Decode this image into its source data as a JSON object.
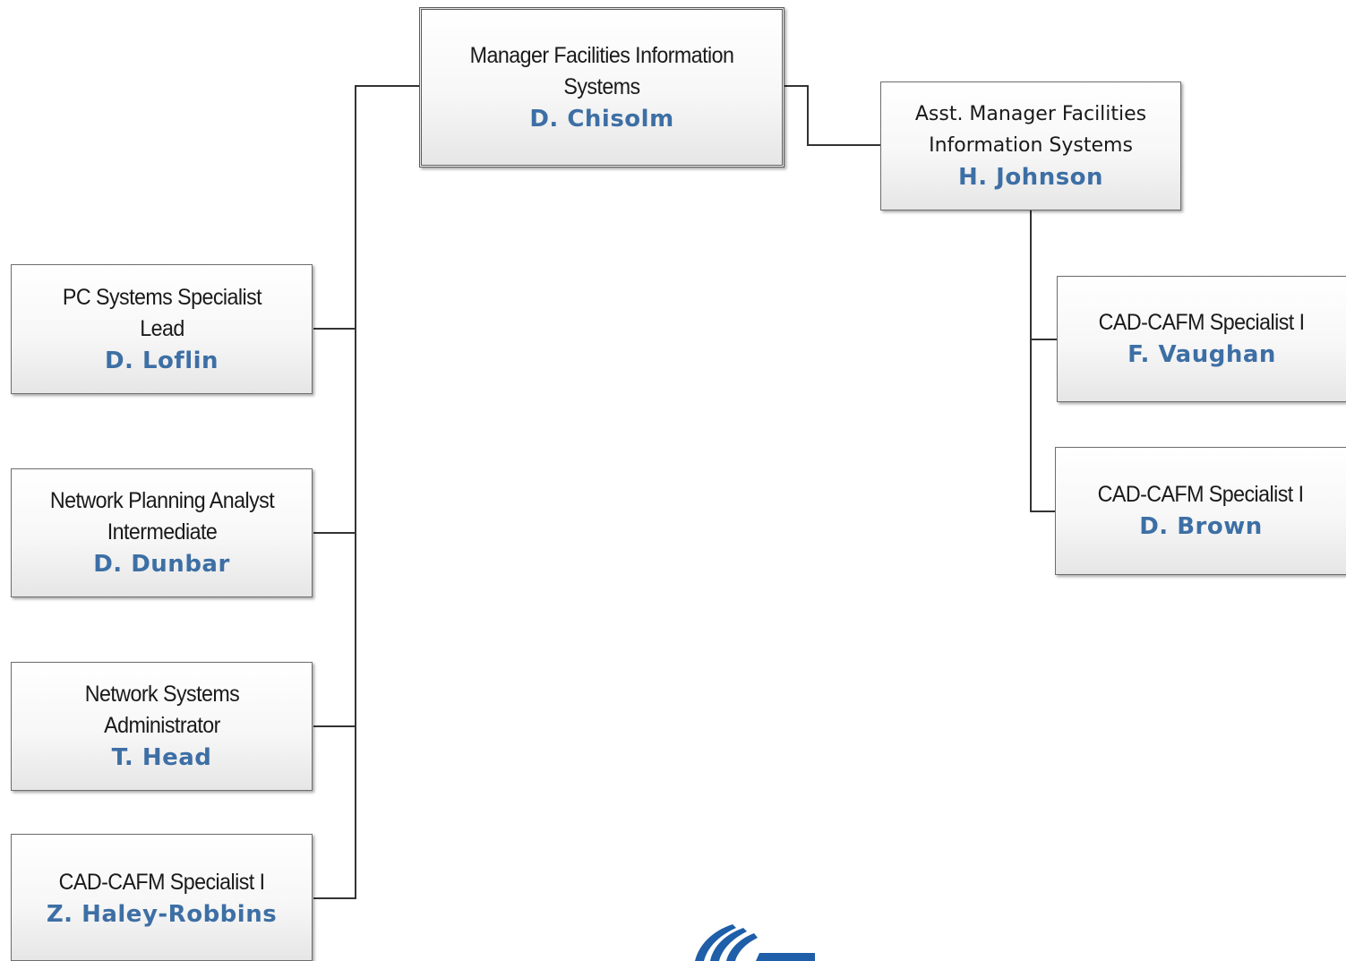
{
  "org_chart": {
    "manager": {
      "title": "Manager Facilities Information Systems",
      "name": "D. Chisolm"
    },
    "assistant": {
      "title": "Asst. Manager Facilities Information Systems",
      "name": "H. Johnson"
    },
    "left_reports": [
      {
        "title": "PC Systems Specialist Lead",
        "name": "D. Loflin"
      },
      {
        "title": "Network Planning Analyst Intermediate",
        "name": "D. Dunbar"
      },
      {
        "title": "Network Systems Administrator",
        "name": "T. Head"
      },
      {
        "title": "CAD-CAFM Specialist I",
        "name": "Z. Haley-Robbins"
      }
    ],
    "right_reports": [
      {
        "title": "CAD-CAFM Specialist I",
        "name": "F. Vaughan"
      },
      {
        "title": "CAD-CAFM Specialist I",
        "name": "D. Brown"
      }
    ]
  },
  "colors": {
    "name_text": "#3d6fa5",
    "border": "#6e6e6e",
    "connector": "#333333",
    "logo": "#1f5ea8"
  },
  "logo": {
    "icon": "organization-logo-icon"
  }
}
